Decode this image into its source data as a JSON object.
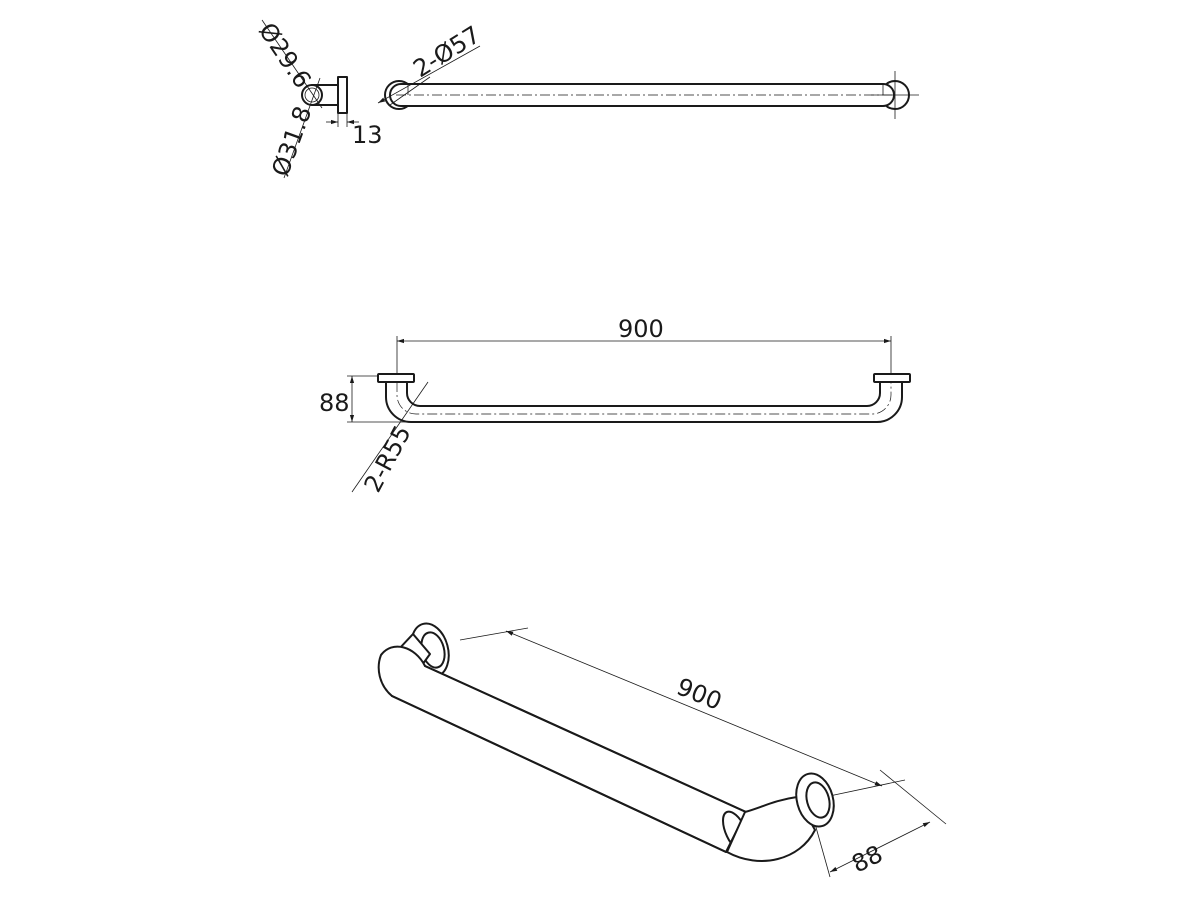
{
  "top_view": {
    "dia_tube_inner": "Ø29.6",
    "dia_tube_outer": "Ø31.8",
    "flange_thickness": "13",
    "flange_dia": "2-Ø57"
  },
  "front_view": {
    "length": "900",
    "height": "88",
    "bend_radius": "2-R55"
  },
  "iso_view": {
    "length": "900",
    "depth": "88"
  }
}
